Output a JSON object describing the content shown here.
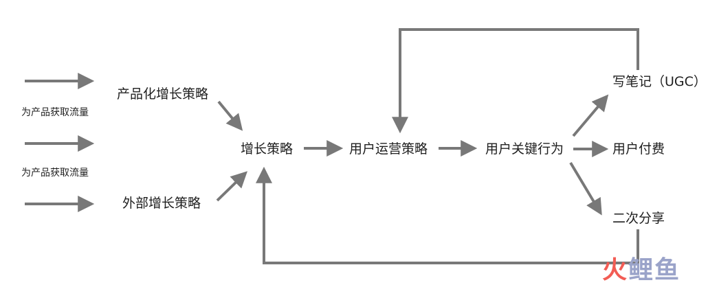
{
  "diagram": {
    "labels": {
      "traffic_label_1": "为产品获取流量",
      "traffic_label_2": "为产品获取流量",
      "product_growth": "产品化增长策略",
      "external_growth": "外部增长策略",
      "growth_strategy": "增长策略",
      "user_ops_strategy": "用户运营策略",
      "user_key_behavior": "用户关键行为",
      "write_notes_ugc": "写笔记（UGC）",
      "user_payment": "用户付费",
      "secondary_share": "二次分享"
    },
    "arrow_color": "#787878"
  },
  "watermark": {
    "part1": "火",
    "part2": "鲤鱼",
    "color1": "#f25c54",
    "color2": "#9aa3c9"
  }
}
